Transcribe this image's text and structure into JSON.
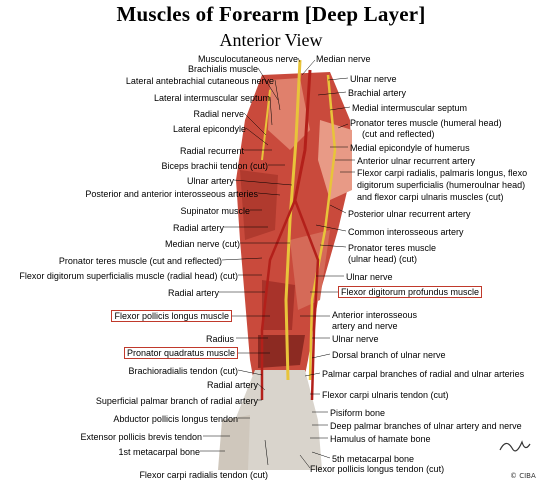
{
  "title": "Muscles of Forearm [Deep Layer]",
  "subtitle": "Anterior View",
  "labels_left": [
    "Musculocutaneous nerve",
    "Brachialis muscle",
    "Lateral antebrachial cutaneous nerve",
    "Lateral intermuscular septum",
    "Radial nerve",
    "Lateral epicondyle",
    "Radial recurrent",
    "Biceps brachii tendon (cut)",
    "Ulnar artery",
    "Posterior and anterior interosseous arteries",
    "Supinator muscle",
    "Radial artery",
    "Median nerve (cut)",
    "Pronator teres muscle (cut and reflected)",
    "Flexor digitorum superficialis muscle (radial head) (cut)",
    "Radial artery",
    "Flexor pollicis longus muscle",
    "Radius",
    "Pronator quadratus muscle",
    "Brachioradialis tendon (cut)",
    "Radial artery",
    "Superficial palmar branch of radial artery",
    "Abductor pollicis longus tendon",
    "Extensor pollicis brevis tendon",
    "1st metacarpal bone",
    "Flexor carpi radialis tendon (cut)"
  ],
  "labels_right": [
    "Median nerve",
    "Ulnar nerve",
    "Brachial artery",
    "Medial intermuscular septum",
    "Pronator teres muscle (humeral head)",
    "(cut and reflected)",
    "Medial epicondyle of humerus",
    "Anterior ulnar recurrent artery",
    "Flexor carpi radialis, palmaris longus, flexo",
    "digitorum superficialis (humeroulnar head)",
    "and flexor carpi ulnaris muscles (cut)",
    "Posterior ulnar recurrent artery",
    "Common interosseous artery",
    "Pronator teres muscle",
    "(ulnar head) (cut)",
    "Ulnar nerve",
    "Flexor digitorum profundus muscle",
    "Anterior interosseous",
    "artery and nerve",
    "Ulnar nerve",
    "Dorsal branch of ulnar nerve",
    "Palmar carpal branches of radial and ulnar arteries",
    "Flexor carpi ulnaris tendon (cut)",
    "Pisiform bone",
    "Deep palmar branches of ulnar artery and nerve",
    "Hamulus of hamate bone",
    "5th metacarpal bone",
    "Flexor pollicis longus tendon (cut)"
  ],
  "colors": {
    "muscle": "#c94a3c",
    "muscle_light": "#e89a86",
    "tendon": "#d9d4cc",
    "nerve": "#e8c43a",
    "artery": "#b3201a",
    "highlight_box": "#c0392b"
  }
}
